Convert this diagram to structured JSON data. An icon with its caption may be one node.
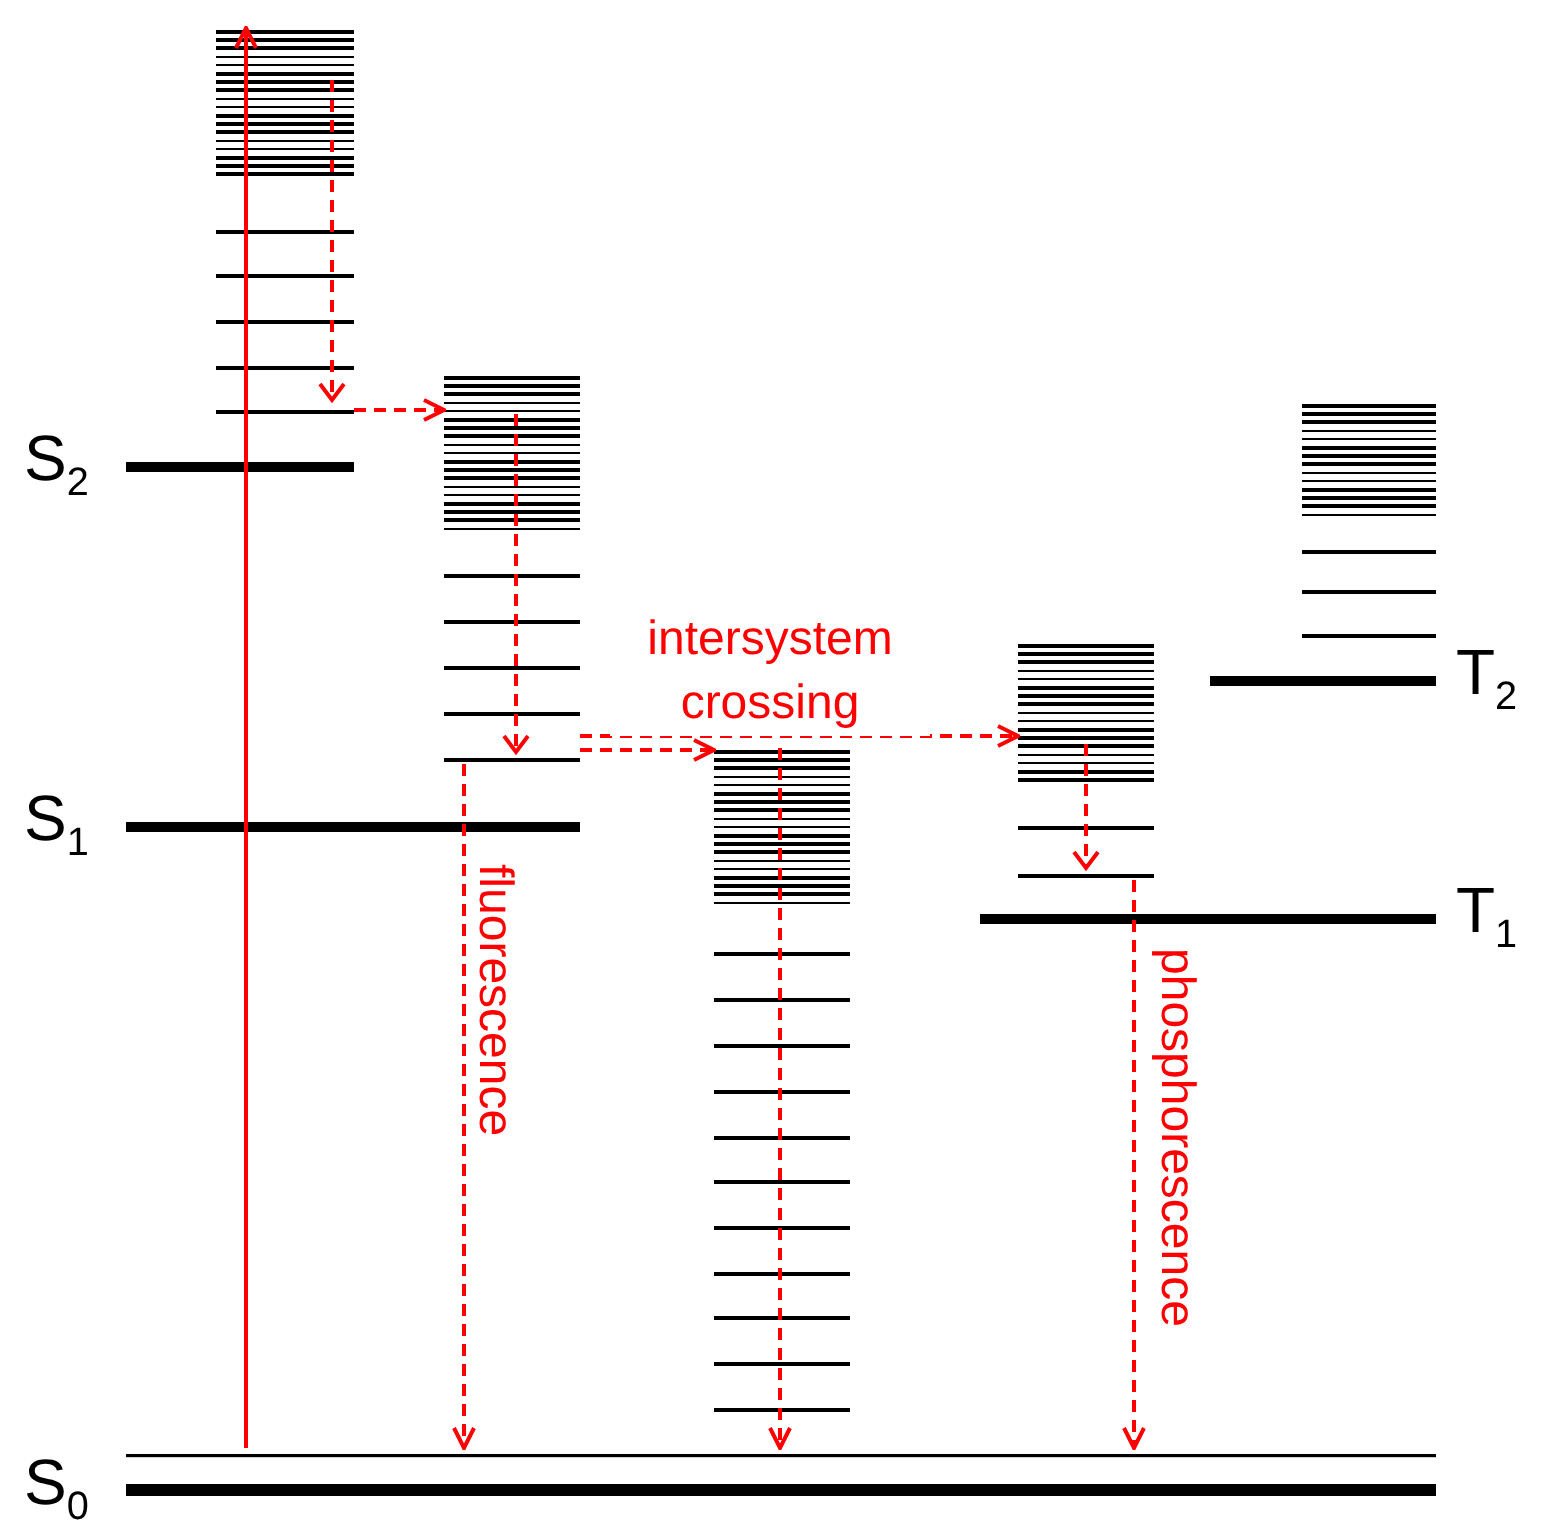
{
  "diagram": {
    "nodes": [
      {
        "text": [
          "S$_{2}$"
        ]
      },
      {
        "text": [
          "S$_{1}$"
        ]
      },
      {
        "text": [
          "S$_{0}$"
        ]
      },
      {
        "text": [
          "T$_{2}$"
        ]
      },
      {
        "text": [
          "T$_{1}$"
        ]
      },
      {
        "text": [],
        "shape": "bar"
      },
      {
        "text": [],
        "shape": "bar"
      },
      {
        "text": [],
        "shape": "bar"
      },
      {
        "text": [],
        "shape": "bar"
      },
      {
        "text": [],
        "shape": "bar"
      }
    ],
    "edges": [
      {
        "from": 2,
        "to": 5,
        "arrow": "to"
      },
      {
        "from": 5,
        "to": 6,
        "arrow": "to",
        "style": "dashed"
      },
      {
        "from": 6,
        "to": 7,
        "arrow": "to",
        "style": "dashed"
      },
      {
        "from": 6,
        "to": 8,
        "arrow": "to",
        "style": "dashed",
        "label": "intersystem crossing"
      },
      {
        "from": 6,
        "to": 2,
        "arrow": "to",
        "style": "dashed",
        "label": "fluorescence"
      },
      {
        "from": 7,
        "to": 2,
        "arrow": "to",
        "style": "dashed"
      },
      {
        "from": 8,
        "to": 2,
        "arrow": "to",
        "style": "dashed",
        "label": "phosphorescence"
      }
    ]
  }
}
